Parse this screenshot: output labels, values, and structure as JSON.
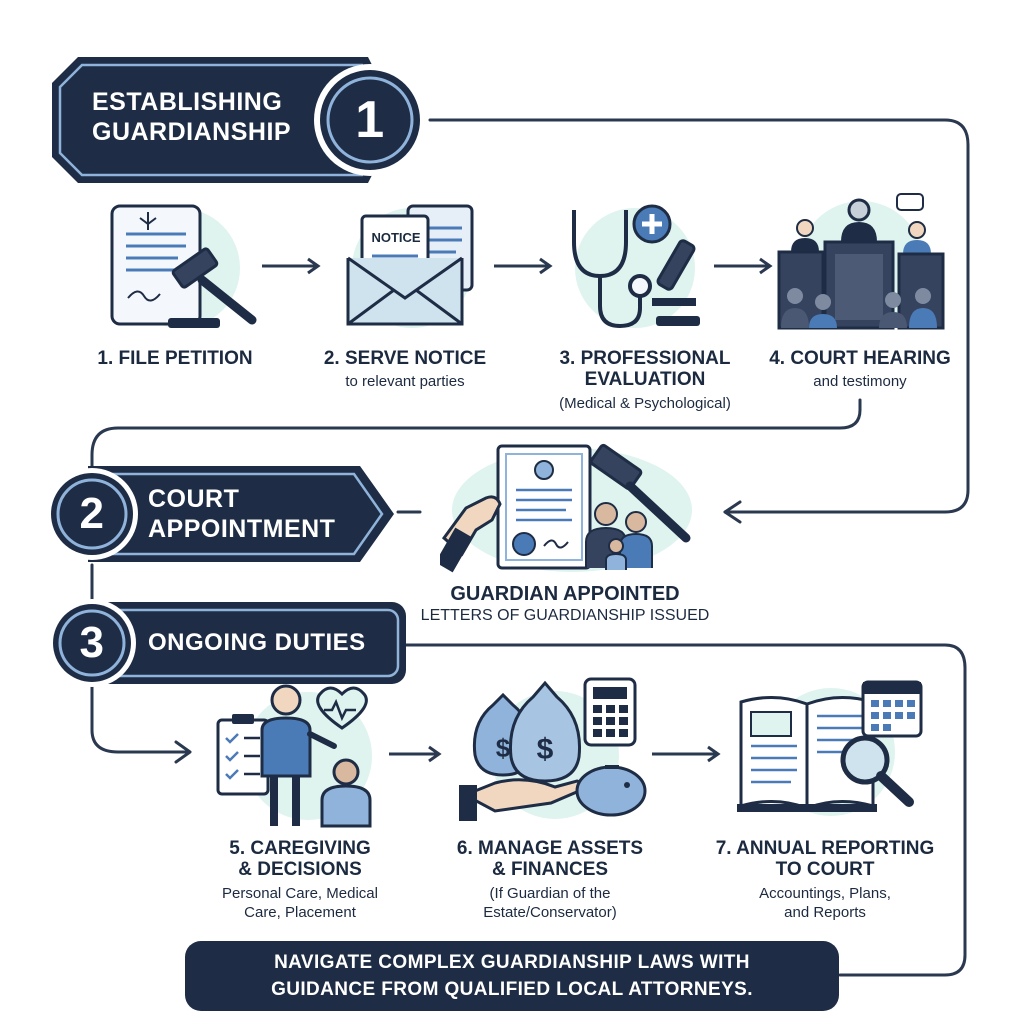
{
  "stages": [
    {
      "number": "1",
      "title": "ESTABLISHING\nGUARDIANSHIP"
    },
    {
      "number": "2",
      "title": "COURT\nAPPOINTMENT"
    },
    {
      "number": "3",
      "title": "ONGOING DUTIES"
    }
  ],
  "steps": [
    {
      "title": "1. FILE PETITION",
      "subtitle": ""
    },
    {
      "title": "2. SERVE NOTICE",
      "subtitle": "to relevant parties"
    },
    {
      "title": "3. PROFESSIONAL\nEVALUATION",
      "subtitle": "(Medical & Psychological)"
    },
    {
      "title": "4. COURT HEARING",
      "subtitle": "and testimony"
    },
    {
      "title": "5. CAREGIVING\n& DECISIONS",
      "subtitle": "Personal Care, Medical\nCare, Placement"
    },
    {
      "title": "6. MANAGE ASSETS\n& FINANCES",
      "subtitle": "(If Guardian of the\nEstate/Conservator)"
    },
    {
      "title": "7. ANNUAL REPORTING\nTO COURT",
      "subtitle": "Accountings, Plans,\nand Reports"
    }
  ],
  "appointment": {
    "title": "GUARDIAN APPOINTED",
    "subtitle": "LETTERS OF GUARDIANSHIP ISSUED"
  },
  "notice_label": "NOTICE",
  "footer": "NAVIGATE COMPLEX GUARDIANSHIP LAWS WITH\nGUIDANCE FROM QUALIFIED LOCAL ATTORNEYS.",
  "colors": {
    "navy": "#1e2d45",
    "accent_blue": "#4a7bb7",
    "mint": "#dff3ef",
    "line": "#2a3850"
  }
}
